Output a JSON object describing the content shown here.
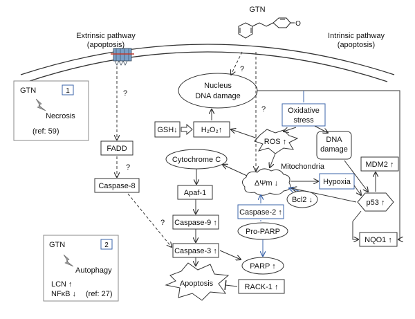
{
  "title": "GTN",
  "pathways": {
    "extrinsic": [
      "Extrinsic pathway",
      "(apoptosis)"
    ],
    "intrinsic": [
      "Intrinsic pathway",
      "(apoptosis)"
    ]
  },
  "molecule": {
    "ring_label": "O"
  },
  "question_mark": "?",
  "necrosis_panel": {
    "badge": "1",
    "drug": "GTN",
    "effect": "Necrosis",
    "ref": "(ref: 59)"
  },
  "autophagy_panel": {
    "badge": "2",
    "drug": "GTN",
    "effect": "Autophagy",
    "markers": [
      "LCN ↑",
      "NFκB ↓"
    ],
    "ref": "(ref: 27)"
  },
  "nodes": {
    "nucleus": [
      "Nucleus",
      "DNA damage"
    ],
    "oxidative_stress": [
      "Oxidative",
      "stress"
    ],
    "gsh": "GSH↓",
    "h2o2": "H₂O₂↑",
    "ros": "ROS ↑",
    "dna_damage": [
      "DNA",
      "damage"
    ],
    "fadd": "FADD",
    "caspase8": "Caspase-8",
    "cytochrome_c": "Cytochrome C",
    "mitochondria": "Mitochondria",
    "delta_psi": "ΔΨm ↓",
    "hypoxia": "Hypoxia",
    "mdm2": "MDM2 ↑",
    "p53": "p53 ↑",
    "bcl2": "Bcl2 ↓",
    "apaf1": "Apaf-1",
    "caspase9": "Caspase-9 ↑",
    "caspase2": "Caspase-2 ↑",
    "pro_parp": "Pro-PARP",
    "caspase3": "Caspase-3 ↑",
    "parp": "PARP ↑",
    "apoptosis": "Apoptosis",
    "rack1": "RACK-1 ↑",
    "nqo1": "NQO1 ↑"
  }
}
